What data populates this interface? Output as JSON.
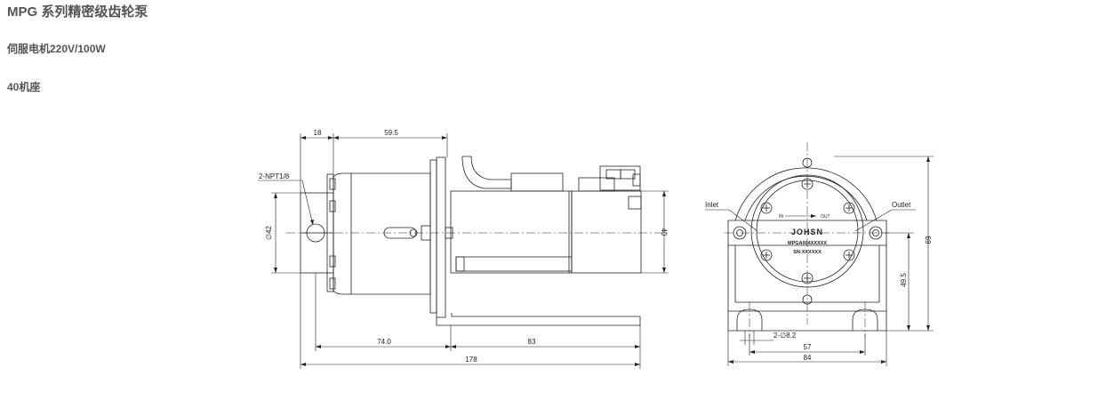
{
  "page": {
    "title": "MPG 系列精密级齿轮泵",
    "motor_spec": "伺服电机220V/100W",
    "frame_spec": "40机座"
  },
  "side_view": {
    "dims": {
      "top_a": "18",
      "top_b": "59.5",
      "port": "2-NPT1/8",
      "dia": "∅42",
      "height": "40",
      "bottom_a": "74.0",
      "bottom_b": "83",
      "overall": "178"
    }
  },
  "front_view": {
    "labels": {
      "inlet": "Inlet",
      "outlet": "Outlet",
      "in": "IN",
      "out": "OUT",
      "brand": "JOHSN",
      "model": "MPGA004XXXXX",
      "serial": "SN:XXXXXX"
    },
    "dims": {
      "h69": "69",
      "h495": "49.5",
      "holes": "2-∅8.2",
      "w57": "57",
      "w84": "84"
    }
  }
}
